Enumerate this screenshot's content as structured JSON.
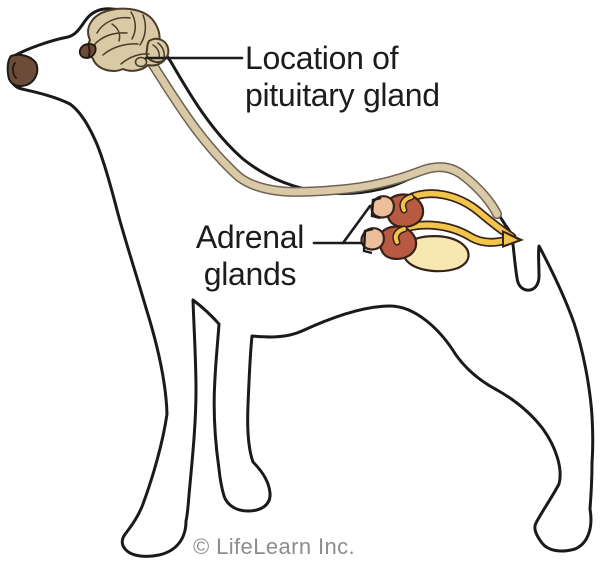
{
  "labels": {
    "pituitary": {
      "line1": "Location of",
      "line2": "pituitary gland"
    },
    "adrenal": {
      "line1": "Adrenal",
      "line2": "glands"
    }
  },
  "footer": {
    "copyright": "© LifeLearn Inc."
  },
  "colors": {
    "outline": "#1a1a1a",
    "body-fill": "#ffffff",
    "brain-fill": "#d9c9a5",
    "brain-line": "#4a3c28",
    "cord-fill": "#d9c9a6",
    "cord-edge": "#6e6352",
    "kidney-fill": "#b85a42",
    "kidney-edge": "#35231b",
    "adrenal-fill": "#ecbe9a",
    "ureter-yellow": "#f3c44a",
    "bladder-fill": "#f8e7b0",
    "organ-dark": "#35231b",
    "nose-fill": "#6d4b39",
    "label-text": "#1c1c1c",
    "copyright-gray": "#8d8d8d"
  }
}
